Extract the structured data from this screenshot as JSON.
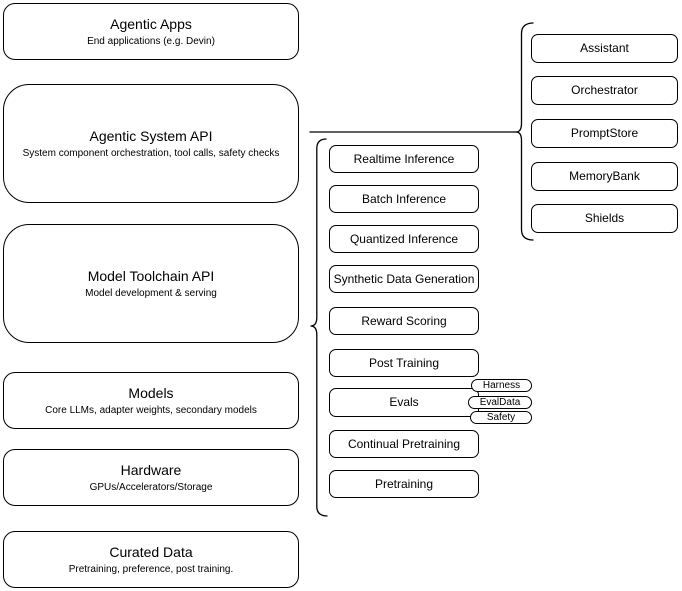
{
  "diagram": {
    "stack_layers": [
      {
        "title": "Agentic Apps",
        "subtitle": "End applications (e.g. Devin)"
      },
      {
        "title": "Agentic System API",
        "subtitle": "System component orchestration, tool calls, safety checks"
      },
      {
        "title": "Model Toolchain API",
        "subtitle": "Model development & serving"
      },
      {
        "title": "Models",
        "subtitle": "Core LLMs, adapter weights, secondary models"
      },
      {
        "title": "Hardware",
        "subtitle": "GPUs/Accelerators/Storage"
      },
      {
        "title": "Curated Data",
        "subtitle": "Pretraining, preference, post training."
      }
    ],
    "toolchain_components": [
      {
        "label": "Realtime Inference"
      },
      {
        "label": "Batch Inference"
      },
      {
        "label": "Quantized Inference"
      },
      {
        "label": "Synthetic Data Generation"
      },
      {
        "label": "Reward Scoring"
      },
      {
        "label": "Post Training"
      },
      {
        "label": "Evals"
      },
      {
        "label": "Continual Pretraining"
      },
      {
        "label": "Pretraining"
      }
    ],
    "evals_tags": [
      {
        "label": "Harness"
      },
      {
        "label": "EvalData"
      },
      {
        "label": "Safety"
      }
    ],
    "system_components": [
      {
        "label": "Assistant"
      },
      {
        "label": "Orchestrator"
      },
      {
        "label": "PromptStore"
      },
      {
        "label": "MemoryBank"
      },
      {
        "label": "Shields"
      }
    ],
    "colors": {
      "stroke": "#000000",
      "fill": "#ffffff",
      "text": "#000000"
    }
  }
}
